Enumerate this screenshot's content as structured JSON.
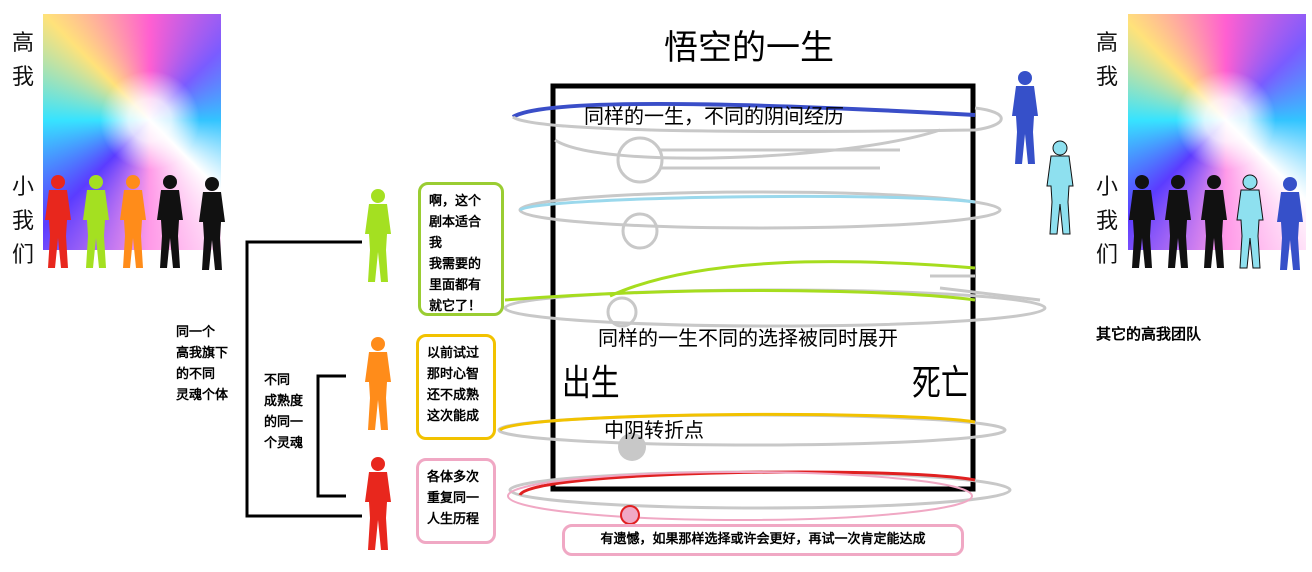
{
  "title": "悟空的一生",
  "left_team": {
    "high_self_chars": [
      "高",
      "我"
    ],
    "small_selves_chars": [
      "小",
      "我",
      "们"
    ],
    "caption_lines": [
      "同一个",
      "高我旗下",
      "的不同",
      "灵魂个体"
    ],
    "figure_colors": [
      "#e8271d",
      "#a4e021",
      "#ff8c1a",
      "#111111",
      "#111111"
    ]
  },
  "right_team": {
    "high_self_chars": [
      "高",
      "我"
    ],
    "small_selves_chars": [
      "小",
      "我",
      "们"
    ],
    "caption": "其它的高我团队",
    "figure_colors": [
      "#111111",
      "#111111",
      "#111111",
      "#8ee0ef",
      "#3650c9"
    ]
  },
  "maturity_label_lines": [
    "不同",
    "成熟度",
    "的同一",
    "个灵魂"
  ],
  "souls": [
    {
      "color": "#a4e021",
      "bubble_color": "#9acd32",
      "bubble_lines": [
        "啊，这个",
        "剧本适合我",
        "我需要的",
        "里面都有",
        "就它了！"
      ]
    },
    {
      "color": "#ff8c1a",
      "bubble_color": "#f2c200",
      "bubble_lines": [
        "以前试过",
        "那时心智",
        "还不成熟",
        "这次能成"
      ]
    },
    {
      "color": "#e8271d",
      "bubble_color": "#f0a8c4",
      "bubble_lines": [
        "各体多次",
        "重复同一",
        "人生历程"
      ]
    }
  ],
  "life_box": {
    "top_text": "同样的一生，不同的阴间经历",
    "middle_text": "同样的一生不同的选择被同时展开",
    "birth": "出生",
    "death": "死亡",
    "turning_point": "中阴转折点",
    "regret_note": "有遗憾，如果那样选择或许会更好，再试一次肯定能达成"
  },
  "colors": {
    "blue_orbit": "#3a4ec8",
    "cyan_orbit": "#9ad8ec",
    "green_orbit": "#a6dd1e",
    "yellow_orbit": "#f2c200",
    "red_orbit": "#e02020",
    "pink_bubble": "#f0a8c4",
    "gray_orbit": "#c8c8c8"
  }
}
